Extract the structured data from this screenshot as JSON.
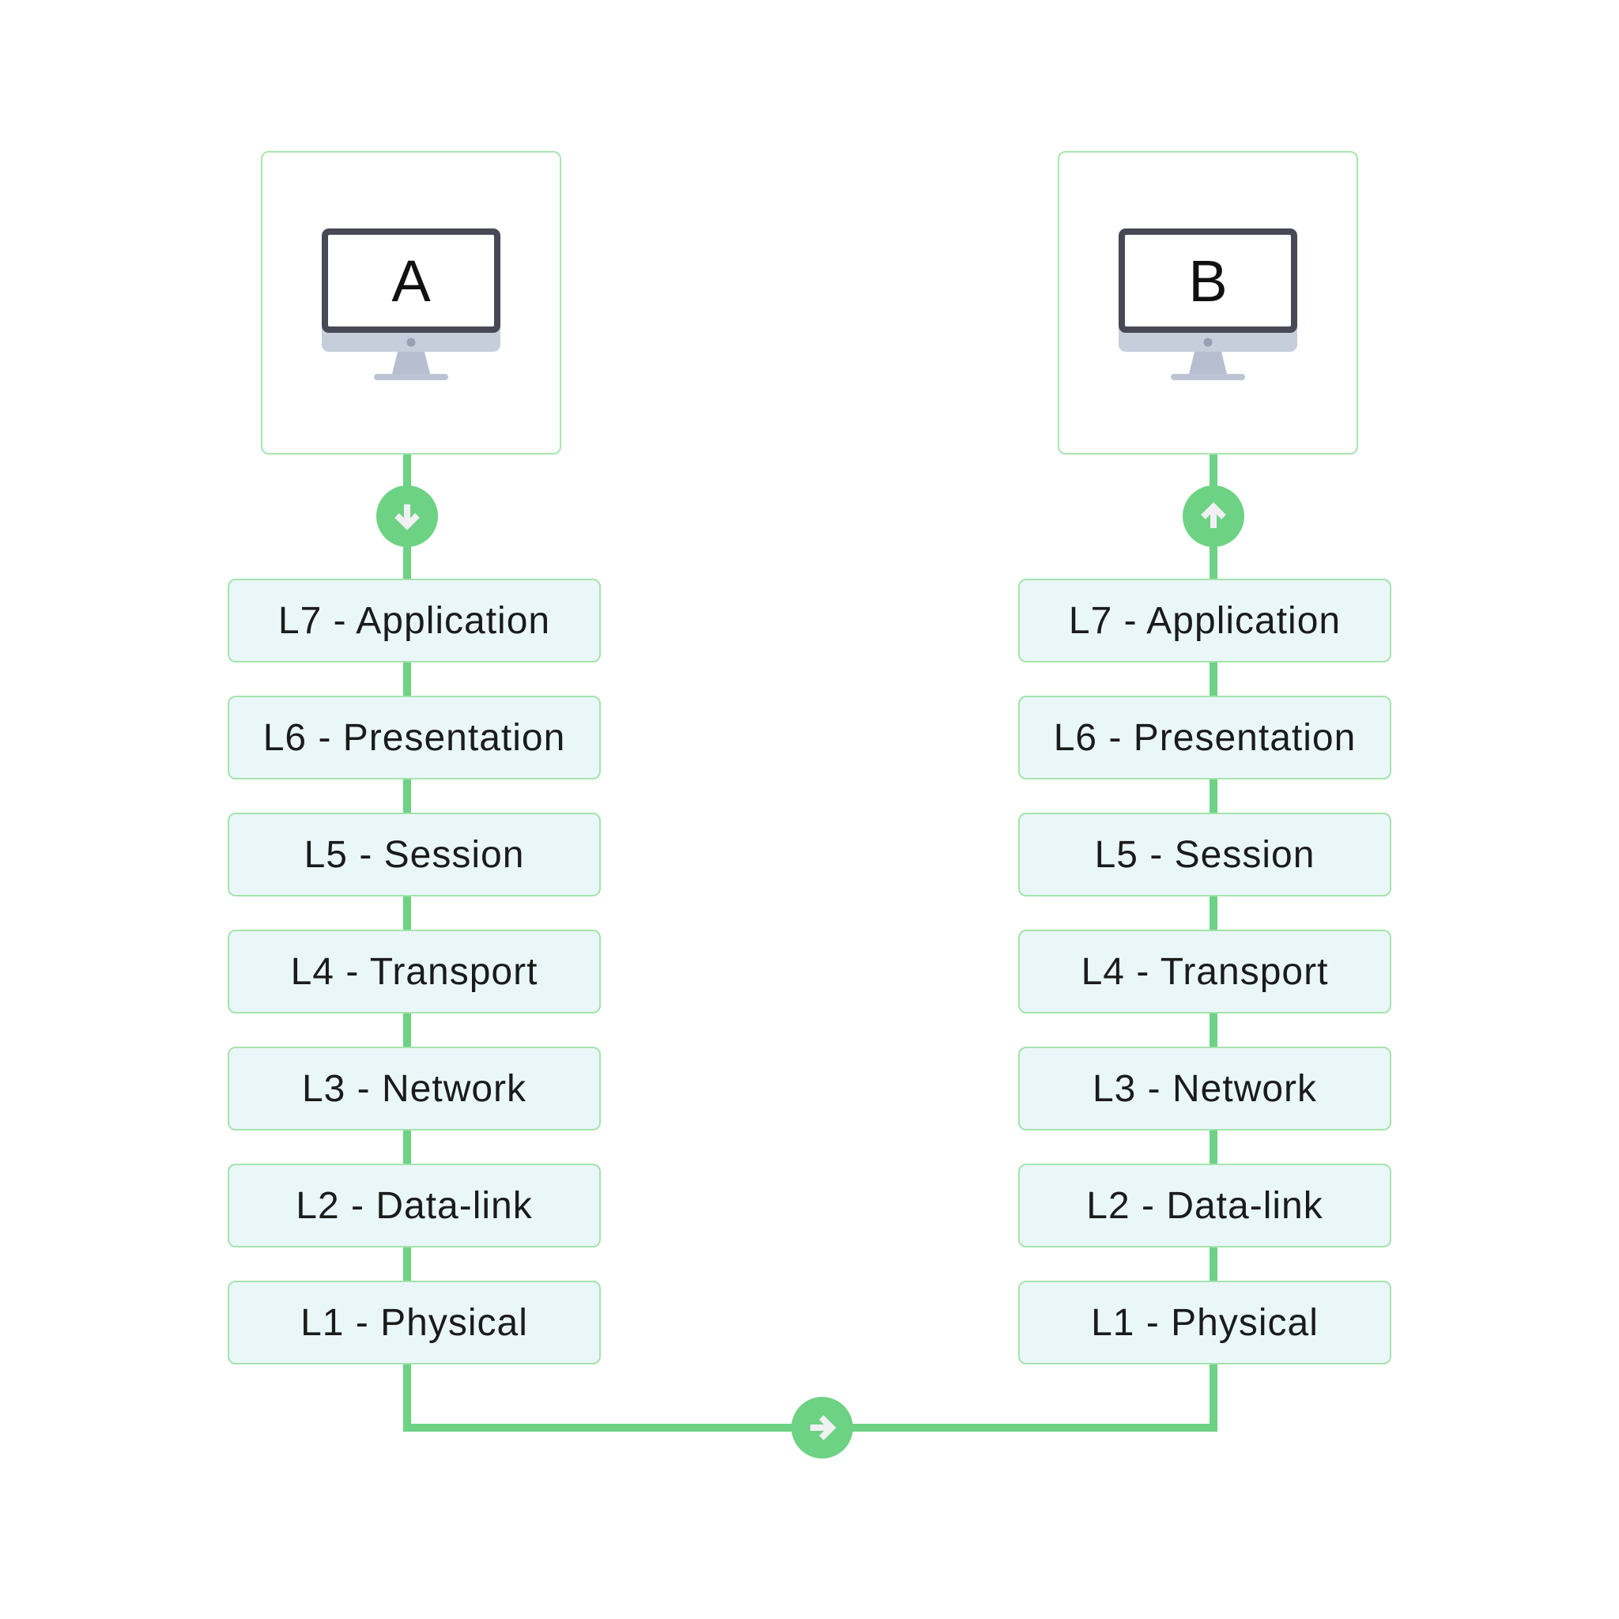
{
  "diagram": {
    "hosts": {
      "a": {
        "label": "A"
      },
      "b": {
        "label": "B"
      }
    },
    "layers": [
      "L7 - Application",
      "L6 - Presentation",
      "L5 - Session",
      "L4 - Transport",
      "L3 - Network",
      "L2 - Data-link",
      "L1 - Physical"
    ],
    "icons": {
      "down_arrow": "↓",
      "up_arrow": "↑",
      "right_arrow": "→",
      "monitor": "desktop-monitor"
    },
    "colors": {
      "connector_green": "#6dd284",
      "card_border_green": "#a8e6b0",
      "layer_border_green": "#a5e3ad",
      "layer_bg": "#eaf7f9",
      "text_dark": "#1b1b1b",
      "arrow_glyph": "#f1f1f4",
      "monitor_bezel": "#474956",
      "monitor_chin": "#c7cedb",
      "monitor_stand": "#b6bed0",
      "monitor_base": "#bdc5d5",
      "camera_dot": "#98a1b3"
    }
  }
}
